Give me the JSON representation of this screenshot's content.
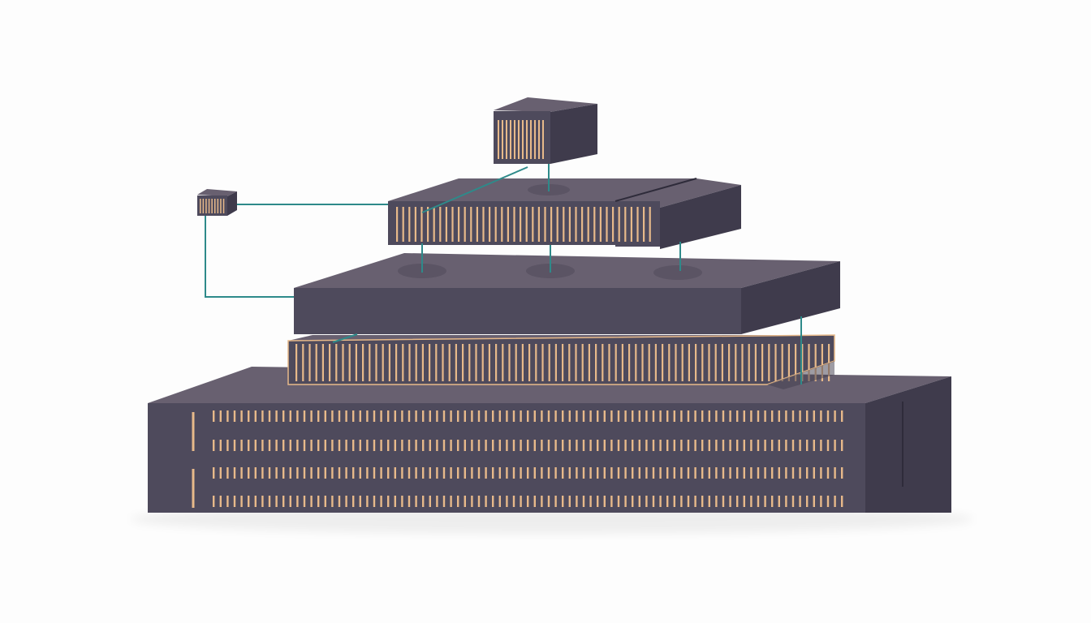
{
  "diagram": {
    "description_labels": [],
    "layers": [
      {
        "id": "base-block",
        "vent_rows": 4
      },
      {
        "id": "slotted-tray",
        "vent_rows": 1
      },
      {
        "id": "middle-slab",
        "vent_rows": 0
      },
      {
        "id": "upper-unit",
        "vent_rows": 1
      },
      {
        "id": "top-cube",
        "vent_rows": 1
      },
      {
        "id": "small-cube",
        "vent_rows": 1
      }
    ],
    "connections": [
      {
        "from": "small-cube",
        "to": "upper-unit"
      },
      {
        "from": "small-cube",
        "to": "middle-slab"
      },
      {
        "from": "top-cube",
        "to": "upper-unit"
      },
      {
        "from": "upper-unit",
        "to": "middle-slab"
      },
      {
        "from": "middle-slab",
        "to": "base-block"
      }
    ]
  },
  "colors": {
    "background": "#fdfdfd",
    "block_top": "#686070",
    "block_front": "#4e4a5c",
    "block_side": "#3f3b4c",
    "vent": "#e7b98a",
    "vent_dim": "#c49a78",
    "connector": "#2e8a8a"
  }
}
